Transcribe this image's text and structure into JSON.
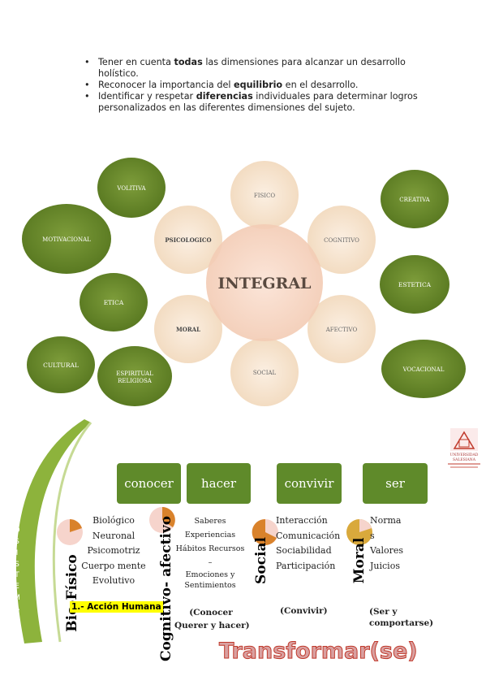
{
  "bullets": [
    {
      "pre": "Tener en cuenta ",
      "bold": "todas",
      "post": " las dimensiones para alcanzar un desarrollo holístico."
    },
    {
      "pre": "Reconocer la importancia del ",
      "bold": "equilibrio",
      "post": " en el desarrollo."
    },
    {
      "pre": "Identificar y respetar ",
      "bold": "diferencias",
      "post": " individuales para determinar logros personalizados en las diferentes dimensiones del sujeto."
    }
  ],
  "diagram": {
    "center": "INTEGRAL",
    "petals": [
      "FISICO",
      "COGNITIVO",
      "AFECTIVO",
      "SOCIAL",
      "MORAL",
      "PSICOLOGICO"
    ],
    "outer": [
      "VOLITIVA",
      "MOTIVACIONAL",
      "ETICA",
      "CULTURAL",
      "ESPIRITUAL RELIGIOSA",
      "CREATIVA",
      "ESTETICA",
      "VOCACIONAL"
    ]
  },
  "ecosistema_letters": [
    "E",
    "C",
    "O",
    "S",
    "I",
    "S",
    "T",
    "E",
    "M",
    "A"
  ],
  "header_boxes": [
    "conocer",
    "hacer",
    "convivir",
    "ser"
  ],
  "dimensions": [
    {
      "label": "Bio-Físico",
      "items": [
        "Biológico",
        "Neuronal",
        "Psicomotriz",
        "Cuerpo mente",
        "Evolutivo"
      ]
    },
    {
      "label": "Cognitivo- afectivo",
      "items": [
        "Saberes",
        "Experiencias",
        "Hábitos Recursos",
        "–",
        "Emociones y",
        "Sentimientos"
      ]
    },
    {
      "label": "Social",
      "items": [
        "Interacción",
        "Comunicación",
        "Sociabilidad",
        "Participación"
      ]
    },
    {
      "label": "Moral",
      "items": [
        "Norma",
        "s",
        "Valores",
        "Juicios"
      ]
    }
  ],
  "accion_label": "1.- Acción Humana",
  "captions": [
    "(Conocer",
    "Querer y hacer)",
    "(Convivir)",
    "(Ser y",
    "comportarse)"
  ],
  "footer_title": "Transformar(se)",
  "logo_text": [
    "UNIVERSIDAD",
    "SALESIANA"
  ],
  "colors": {
    "green": "#5f7f27",
    "peach": "#f3ddc6",
    "orange": "#d9822b",
    "gold": "#d9a93c",
    "pinkRed": "#d36b6b",
    "highlight": "#ffff00"
  }
}
